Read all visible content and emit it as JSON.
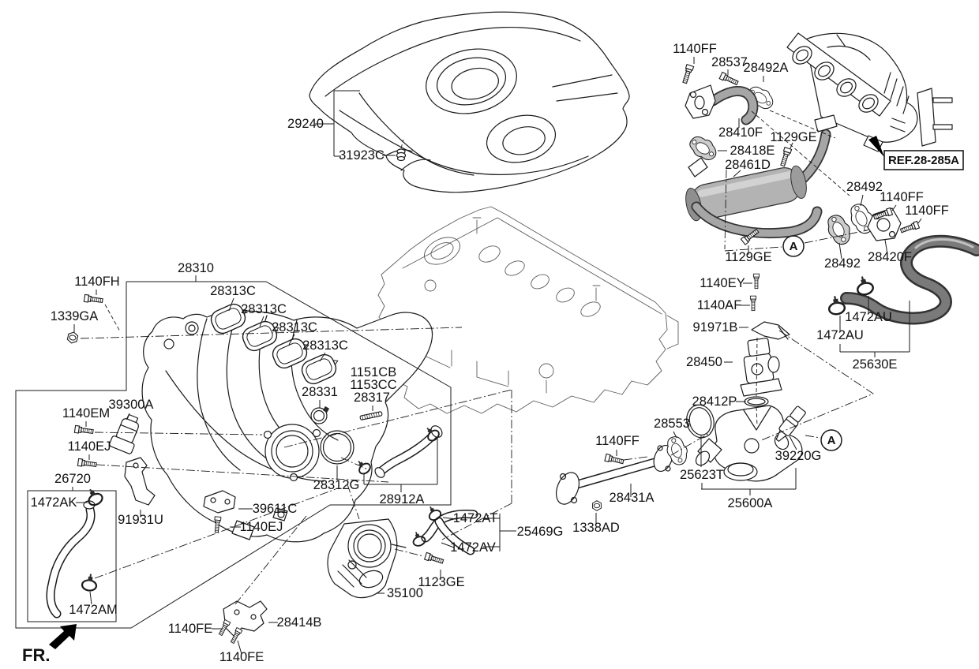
{
  "diagram_type": "exploded-parts-diagram",
  "orientation_label": "FR.",
  "reference_note": "REF.28-285A",
  "detail_marker": "A",
  "part_labels": {
    "l29240": "29240",
    "l31923c": "31923C",
    "l28310": "28310",
    "l28313c": "28313C",
    "l1140fh": "1140FH",
    "l1339ga": "1339GA",
    "l1151cb": "1151CB",
    "l1153cc": "1153CC",
    "l28317": "28317",
    "l28331": "28331",
    "l39300a": "39300A",
    "l1140em": "1140EM",
    "l1140ej": "1140EJ",
    "l26720": "26720",
    "l1472ak": "1472AK",
    "l91931u": "91931U",
    "l39611c": "39611C",
    "l28312g": "28312G",
    "l28912a": "28912A",
    "l1472am": "1472AM",
    "l1140fe": "1140FE",
    "l28414b": "28414B",
    "l35100": "35100",
    "l1123ge": "1123GE",
    "l1472at": "1472AT",
    "l25469g": "25469G",
    "l1472av": "1472AV",
    "l1338ad": "1338AD",
    "l28431a": "28431A",
    "l1140ff": "1140FF",
    "l28553": "28553",
    "l25623t": "25623T",
    "l25600a": "25600A",
    "l39220g": "39220G",
    "l28412p": "28412P",
    "l28450": "28450",
    "l91971b": "91971B",
    "l1140af": "1140AF",
    "l1140ey": "1140EY",
    "l1129ge": "1129GE",
    "l28410f": "28410F",
    "l28418e": "28418E",
    "l28461d": "28461D",
    "l28537": "28537",
    "l28492a": "28492A",
    "l28492": "28492",
    "l28420f": "28420F",
    "l1472au": "1472AU",
    "l25630e": "25630E"
  },
  "colors": {
    "line": "#1a1a1a",
    "background": "#ffffff",
    "shaded_metal": "#b3b3b3",
    "gasket_shade": "#cccccc",
    "dark_hose": "#777777"
  }
}
